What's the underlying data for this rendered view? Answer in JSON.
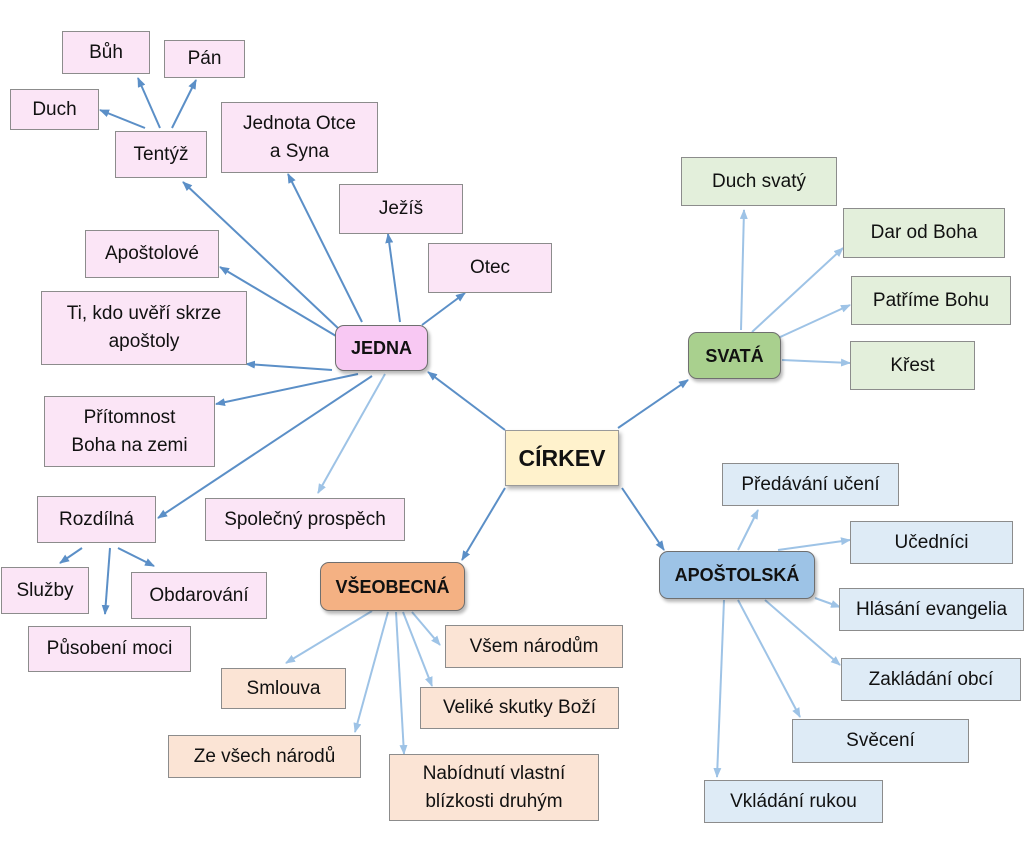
{
  "colors": {
    "center": "#fff2cc",
    "jedna": "#f8c8f3",
    "svata": "#a9d08e",
    "vseobecna": "#f4b183",
    "apostolska": "#9dc3e6",
    "leaf_pink": "#fbe5f6",
    "leaf_green": "#e3efdb",
    "leaf_peach": "#fbe4d5",
    "leaf_blue": "#deebf6",
    "arrow_dark": "#5b8fc7",
    "arrow_light": "#9ec3e6"
  },
  "center": {
    "label": "CÍRKEV"
  },
  "hubs": {
    "jedna": "JEDNA",
    "svata": "SVATÁ",
    "vseobecna": "VŠEOBECNÁ",
    "apostolska": "APOŠTOLSKÁ"
  },
  "jedna_items": {
    "buh": "Bůh",
    "pan": "Pán",
    "duch": "Duch",
    "tentyz": "Tentýž",
    "jednota": "Jednota Otce\na Syna",
    "jezis": "Ježíš",
    "otec": "Otec",
    "apostolove": "Apoštolové",
    "ti_kdo": "Ti, kdo uvěří skrze\napoštoly",
    "pritomnost": "Přítomnost\nBoha na zemi",
    "rozdilna": "Rozdílná",
    "spolecny": "Společný prospěch",
    "sluzby": "Služby",
    "obdarovani": "Obdarování",
    "pusobeni": "Působení moci"
  },
  "svata_items": {
    "duch_svaty": "Duch svatý",
    "dar": "Dar od Boha",
    "patrime": "Patříme Bohu",
    "krest": "Křest"
  },
  "vseobecna_items": {
    "vsem": "Všem národům",
    "smlouva": "Smlouva",
    "skutky": "Veliké skutky Boží",
    "ze_vsech": "Ze všech národů",
    "nabidnuti": "Nabídnutí vlastní\nblízkosti druhým"
  },
  "apostolska_items": {
    "predavani": "Předávání učení",
    "ucednici": "Učedníci",
    "hlasani": "Hlásání evangelia",
    "zakladani": "Zakládání obcí",
    "sveceni": "Svěcení",
    "vkladani": "Vkládání rukou"
  }
}
